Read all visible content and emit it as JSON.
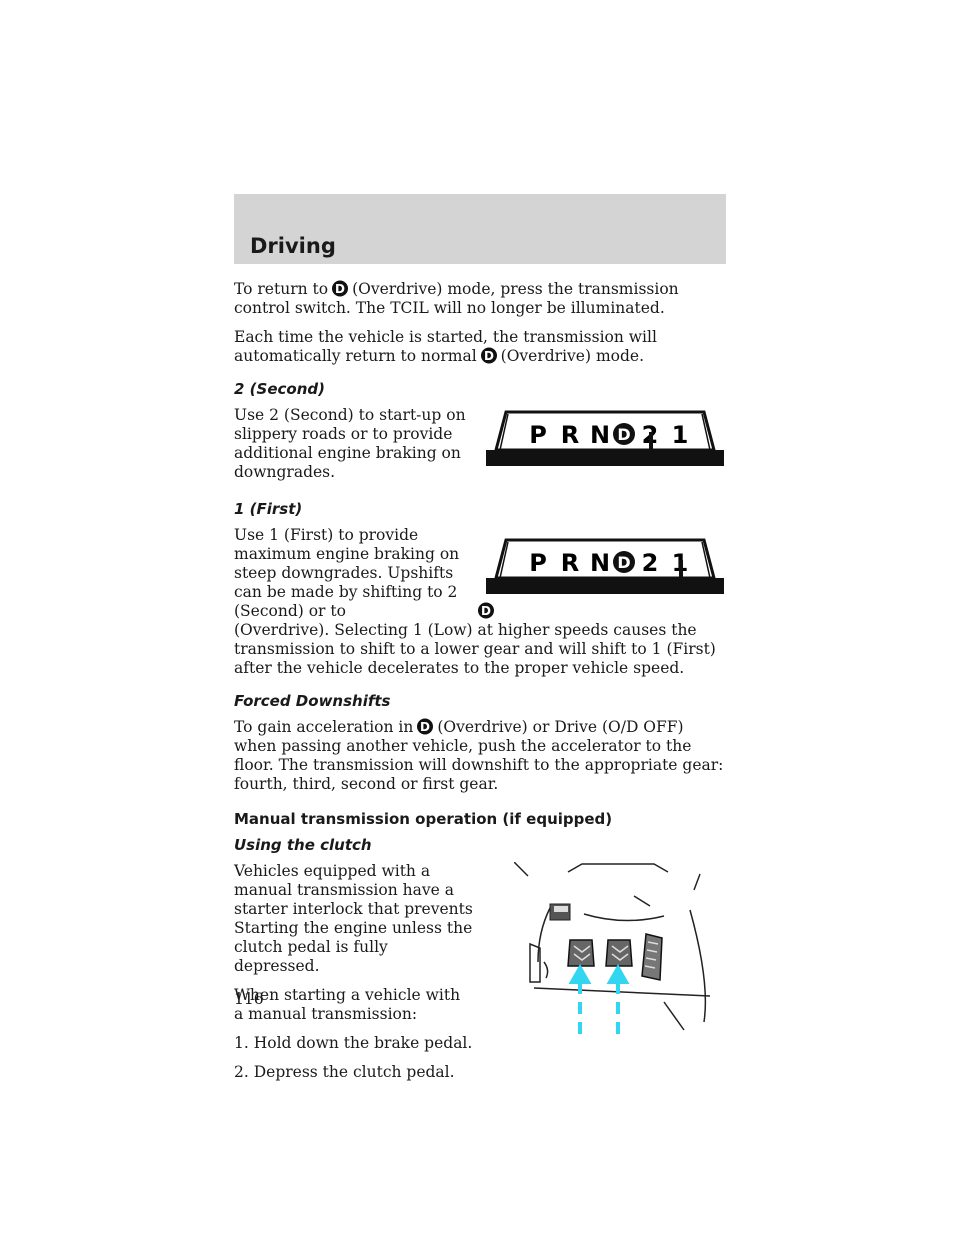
{
  "header": {
    "section": "Driving"
  },
  "para1": {
    "before": "To return to",
    "after": "(Overdrive) mode, press the transmission control switch. The TCIL will no longer be illuminated."
  },
  "para2": {
    "before": "Each time the vehicle is started, the transmission will automatically return to normal",
    "after": "(Overdrive) mode."
  },
  "second": {
    "heading": "2 (Second)",
    "text": "Use 2 (Second) to start-up on slippery roads or to provide additional engine braking on downgrades.",
    "selector": [
      "P",
      "R",
      "N",
      "D",
      "2",
      "1"
    ],
    "selected": "2"
  },
  "first": {
    "heading": "1 (First)",
    "text_a": "Use 1 (First) to provide maximum engine braking on steep downgrades. Upshifts can be made by shifting to 2 (Second) or to",
    "text_b": "(Overdrive). Selecting 1 (Low) at higher speeds causes the transmission to shift to a lower gear and will shift to 1 (First) after the vehicle decelerates to the proper vehicle speed.",
    "selector": [
      "P",
      "R",
      "N",
      "D",
      "2",
      "1"
    ],
    "selected": "1"
  },
  "forced": {
    "heading": "Forced Downshifts",
    "before": "To gain acceleration in",
    "after": "(Overdrive) or Drive (O/D OFF) when passing another vehicle, push the accelerator to the floor. The transmission will downshift to the appropriate gear: fourth, third, second or first gear."
  },
  "manual": {
    "heading": "Manual transmission operation (if equipped)"
  },
  "clutch": {
    "heading": "Using the clutch",
    "para1": "Vehicles equipped with a manual transmission have a starter interlock that prevents Starting the engine unless the clutch pedal is fully depressed.",
    "para2": "When starting a vehicle with a manual transmission:",
    "step1": "1. Hold down the brake pedal.",
    "step2": "2. Depress the clutch pedal."
  },
  "colors": {
    "arrow": "#33d6f0",
    "header": "#d4d4d4"
  },
  "page_number": "116"
}
